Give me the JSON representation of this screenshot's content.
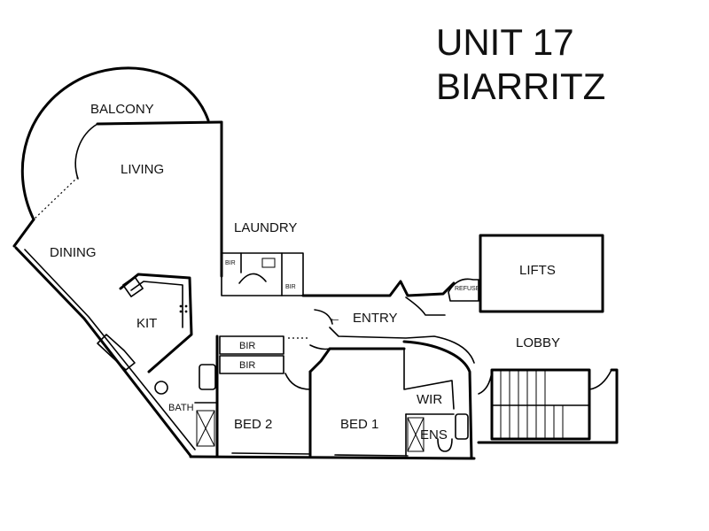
{
  "title": {
    "line1": "UNIT 17",
    "line2": "BIARRITZ"
  },
  "rooms": {
    "balcony": "BALCONY",
    "living": "LIVING",
    "dining": "DINING",
    "kit": "KIT",
    "laundry": "LAUNDRY",
    "entry": "ENTRY",
    "lifts": "LIFTS",
    "lobby": "LOBBY",
    "bed1": "BED 1",
    "bed2": "BED 2",
    "wir": "WIR",
    "ens": "ENS",
    "bath": "BATH",
    "bir_upper": "BIR",
    "bir_lower": "BIR",
    "laundry_bir_left": "BIR",
    "laundry_bir_right": "BIR",
    "refuse": "REFUSE"
  },
  "entry_arrow": "←"
}
